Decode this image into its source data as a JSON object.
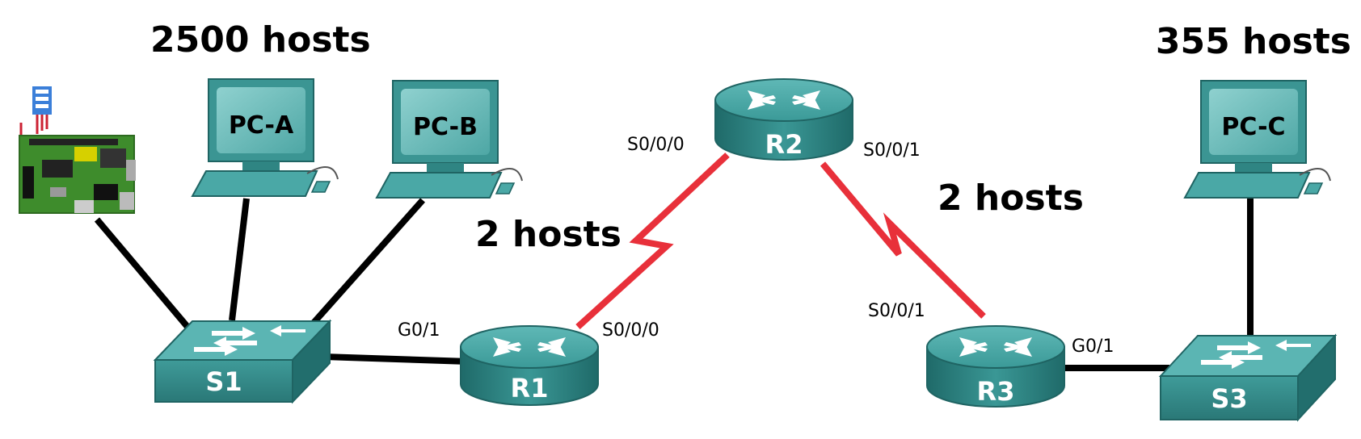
{
  "host_counts": {
    "lan1": "2500 hosts",
    "lan3": "355 hosts",
    "wan_r1_r2": "2 hosts",
    "wan_r2_r3": "2 hosts"
  },
  "devices": {
    "pc_a": "PC-A",
    "pc_b": "PC-B",
    "pc_c": "PC-C",
    "s1": "S1",
    "s3": "S3",
    "r1": "R1",
    "r2": "R2",
    "r3": "R3"
  },
  "interfaces": {
    "r1_g": "G0/1",
    "r1_s": "S0/0/0",
    "r2_s0": "S0/0/0",
    "r2_s1": "S0/0/1",
    "r3_s": "S0/0/1",
    "r3_g": "G0/1"
  },
  "colors": {
    "serial_link": "#e8303a",
    "ethernet_link": "#000000",
    "device_teal": "#3d9a99"
  }
}
